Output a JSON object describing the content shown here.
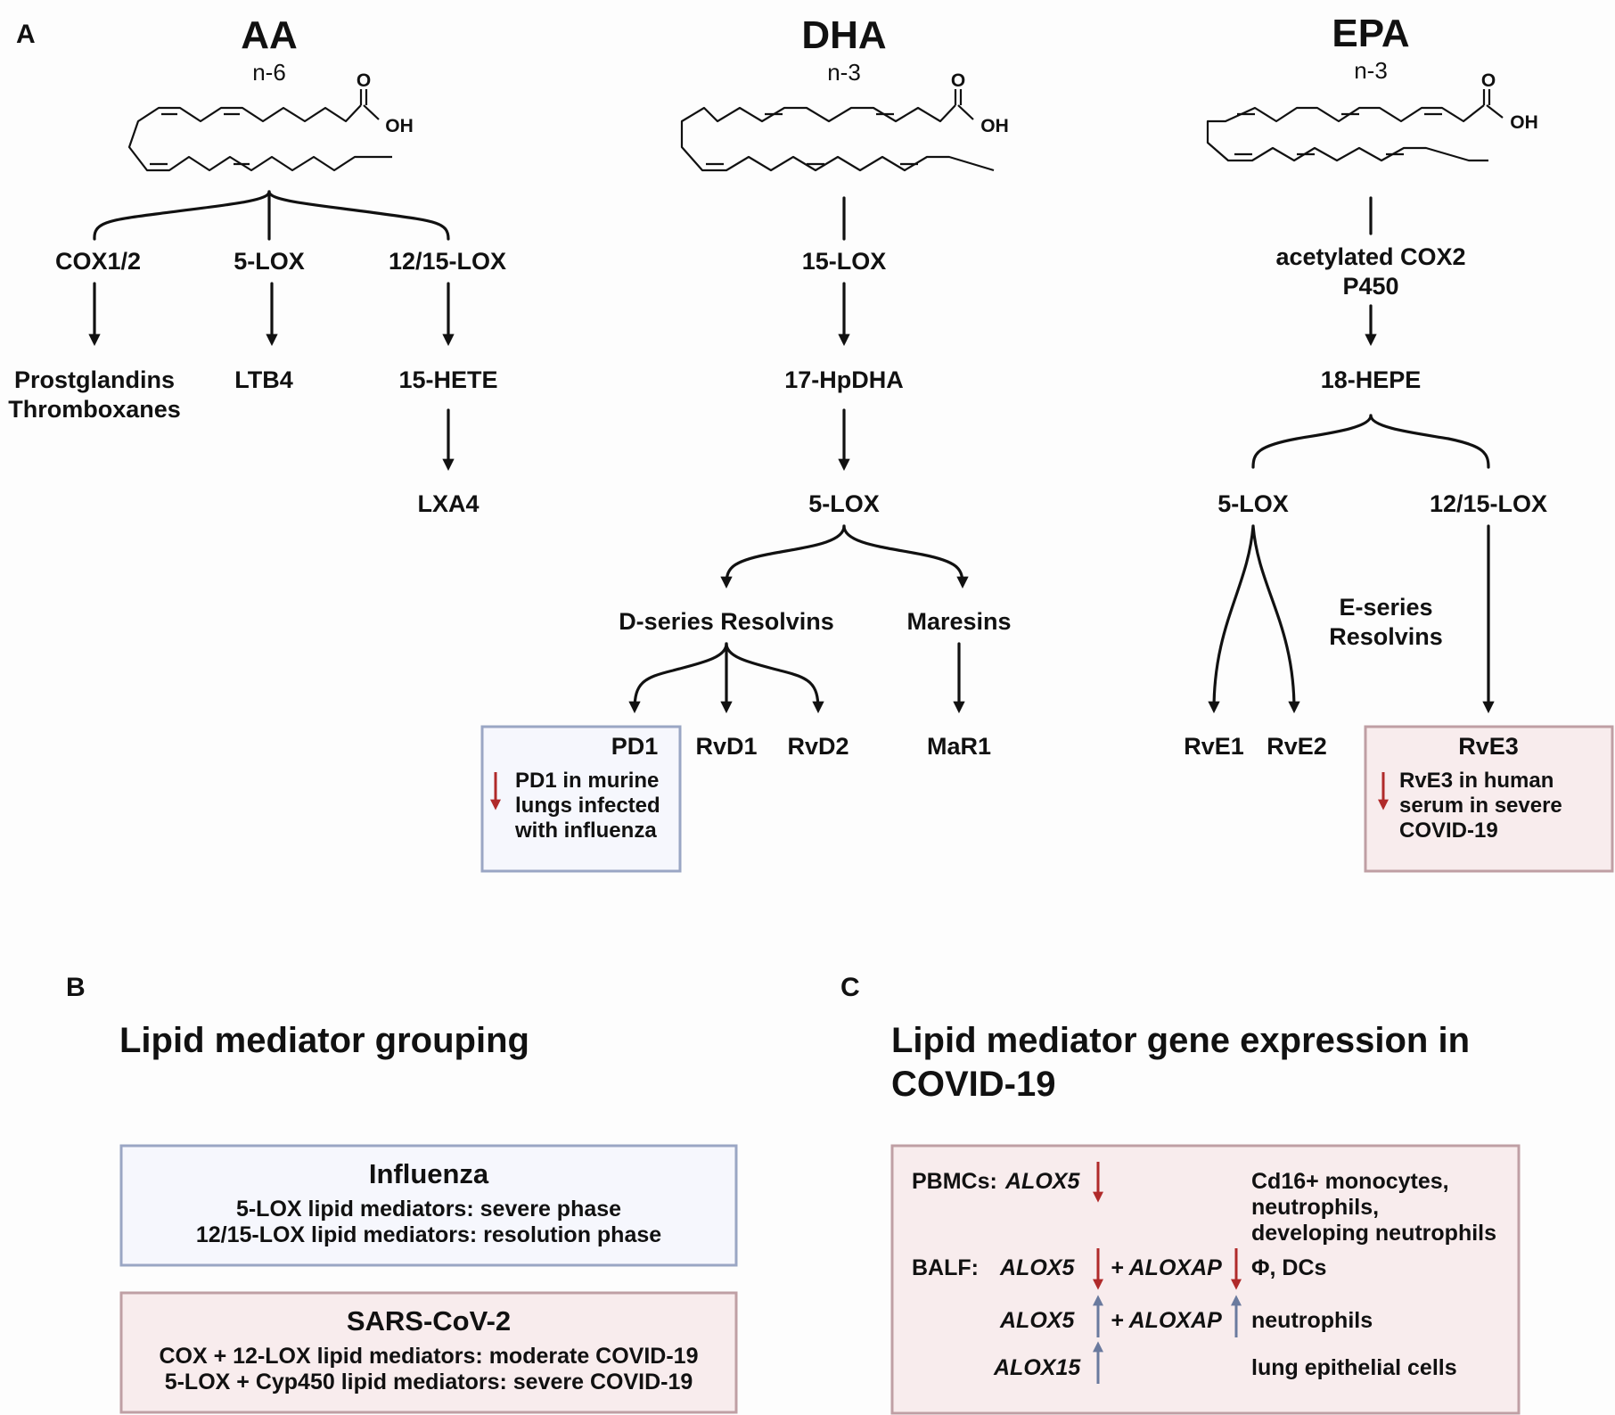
{
  "panel_a": {
    "label": "A",
    "aa": {
      "title": "AA",
      "sub": "n-6",
      "o": "O",
      "oh": "OH",
      "enzymes": [
        "COX1/2",
        "5-LOX",
        "12/15-LOX"
      ],
      "products": {
        "prostaglandins": "Prostglandins",
        "thromboxanes": "Thromboxanes",
        "ltb4": "LTB4",
        "hete": "15-HETE",
        "lxa4": "LXA4"
      }
    },
    "dha": {
      "title": "DHA",
      "sub": "n-3",
      "o": "O",
      "oh": "OH",
      "enzyme1": "15-LOX",
      "intermediate": "17-HpDHA",
      "enzyme2": "5-LOX",
      "d_resolvins": "D-series Resolvins",
      "maresins": "Maresins",
      "pd1": "PD1",
      "rvd1": "RvD1",
      "rvd2": "RvD2",
      "mar1": "MaR1",
      "pd1_note": [
        "PD1 in murine",
        "lungs infected",
        "with influenza"
      ]
    },
    "epa": {
      "title": "EPA",
      "sub": "n-3",
      "o": "O",
      "oh": "OH",
      "enzyme1_line1": "acetylated COX2",
      "enzyme1_line2": "P450",
      "intermediate": "18-HEPE",
      "lox5": "5-LOX",
      "lox1215": "12/15-LOX",
      "eseries1": "E-series",
      "eseries2": "Resolvins",
      "rve1": "RvE1",
      "rve2": "RvE2",
      "rve3": "RvE3",
      "rve3_note": [
        "RvE3 in human",
        "serum  in severe",
        "COVID-19"
      ]
    }
  },
  "panel_b": {
    "label": "B",
    "title": "Lipid mediator grouping",
    "influenza": {
      "title": "Influenza",
      "lines": [
        "5-LOX lipid mediators: severe phase",
        "12/15-LOX lipid mediators: resolution phase"
      ]
    },
    "sars": {
      "title": "SARS-CoV-2",
      "lines": [
        "COX + 12-LOX lipid mediators: moderate COVID-19",
        "5-LOX + Cyp450 lipid mediators: severe COVID-19"
      ]
    }
  },
  "panel_c": {
    "label": "C",
    "title_line1": "Lipid mediator gene expression in",
    "title_line2": "COVID-19",
    "pbmc_label": "PBMCs:",
    "pbmc_gene": "ALOX5",
    "pbmc_cells": [
      "Cd16+ monocytes,",
      "neutrophils,",
      "developing neutrophils"
    ],
    "balf_label": "BALF:",
    "row2": {
      "gene": "ALOX5",
      "gene2": "+ ALOXAP",
      "cells": "Φ, DCs"
    },
    "row3": {
      "gene": "ALOX5",
      "gene2": "+ ALOXAP",
      "cells": "neutrophils"
    },
    "row4": {
      "gene": "ALOX15",
      "cells": "lung epithelial cells"
    }
  },
  "colors": {
    "down_arrow": "#b02a2a",
    "up_arrow": "#6a7a9e",
    "blue_box_fill": "#f6f7fd",
    "blue_box_stroke": "#9aa6c4",
    "pink_box_fill": "#f8eced",
    "pink_box_stroke": "#bf9fa4"
  }
}
